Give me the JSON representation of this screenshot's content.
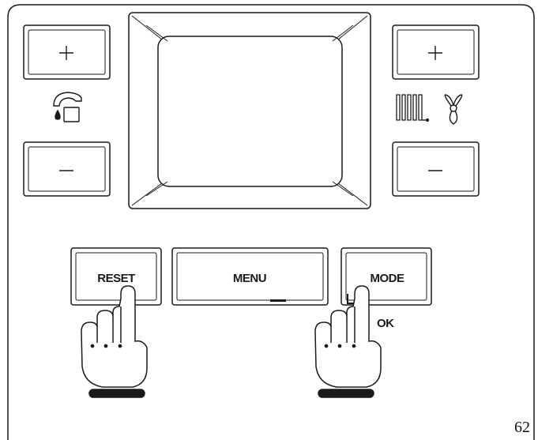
{
  "panel": {
    "dhw_plus_symbol": "+",
    "dhw_minus_symbol": "−",
    "ch_plus_symbol": "+",
    "ch_minus_symbol": "−",
    "reset_label": "RESET",
    "menu_label": "MENU",
    "mode_label": "MODE",
    "ok_label": "OK",
    "page_number": "62"
  },
  "icons": {
    "dhw": "tap-icon",
    "radiator": "radiator-icon",
    "fan": "fan-icon",
    "hand_left": "pointing-hand-icon",
    "hand_right": "pointing-hand-icon"
  },
  "colors": {
    "ink": "#1a1a1a",
    "background": "#ffffff"
  }
}
